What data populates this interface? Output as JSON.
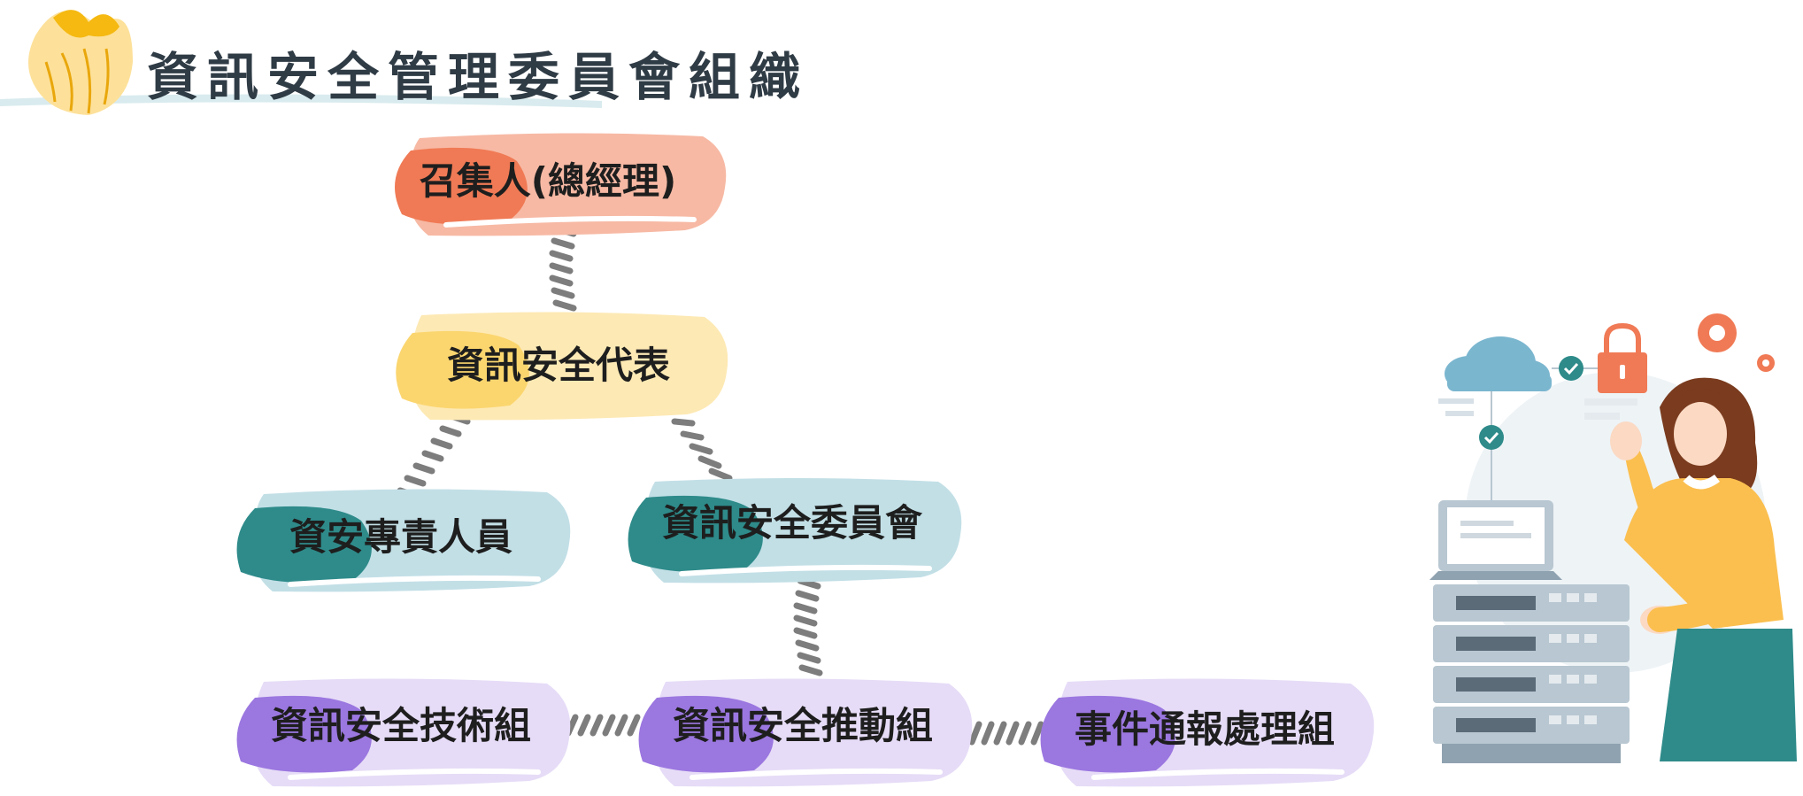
{
  "page": {
    "title": "資訊安全管理委員會組織"
  },
  "nodes": {
    "convener": {
      "label": "召集人(總經理)"
    },
    "representative": {
      "label": "資訊安全代表"
    },
    "officer": {
      "label": "資安專責人員"
    },
    "committee": {
      "label": "資訊安全委員會"
    },
    "tech_group": {
      "label": "資訊安全技術組"
    },
    "promo_group": {
      "label": "資訊安全推動組"
    },
    "incident_group": {
      "label": "事件通報處理組"
    }
  },
  "colors": {
    "title": "#2f3b45",
    "connector": "#7d7d7d",
    "convener_light": "#f7b9a4",
    "convener_dark": "#f07a55",
    "representative_light": "#fde9b4",
    "representative_dark": "#fbd66f",
    "officer_light": "#c2dfe6",
    "officer_dark": "#2e8b8a",
    "committee_light": "#c2dfe6",
    "committee_dark": "#2e8b8a",
    "group_light": "#e6dcf7",
    "group_dark": "#9b77e0",
    "illus_person_top": "#fbbf4f",
    "illus_person_skirt": "#2e8b8a",
    "illus_cloud": "#7bb6cf",
    "illus_lock": "#f07a55",
    "illus_gear": "#f07a55"
  },
  "illustration": {
    "icons": [
      "cloud-icon",
      "check-icon",
      "lock-icon",
      "gear-icon",
      "server-icon",
      "laptop-icon",
      "person-figure"
    ]
  }
}
